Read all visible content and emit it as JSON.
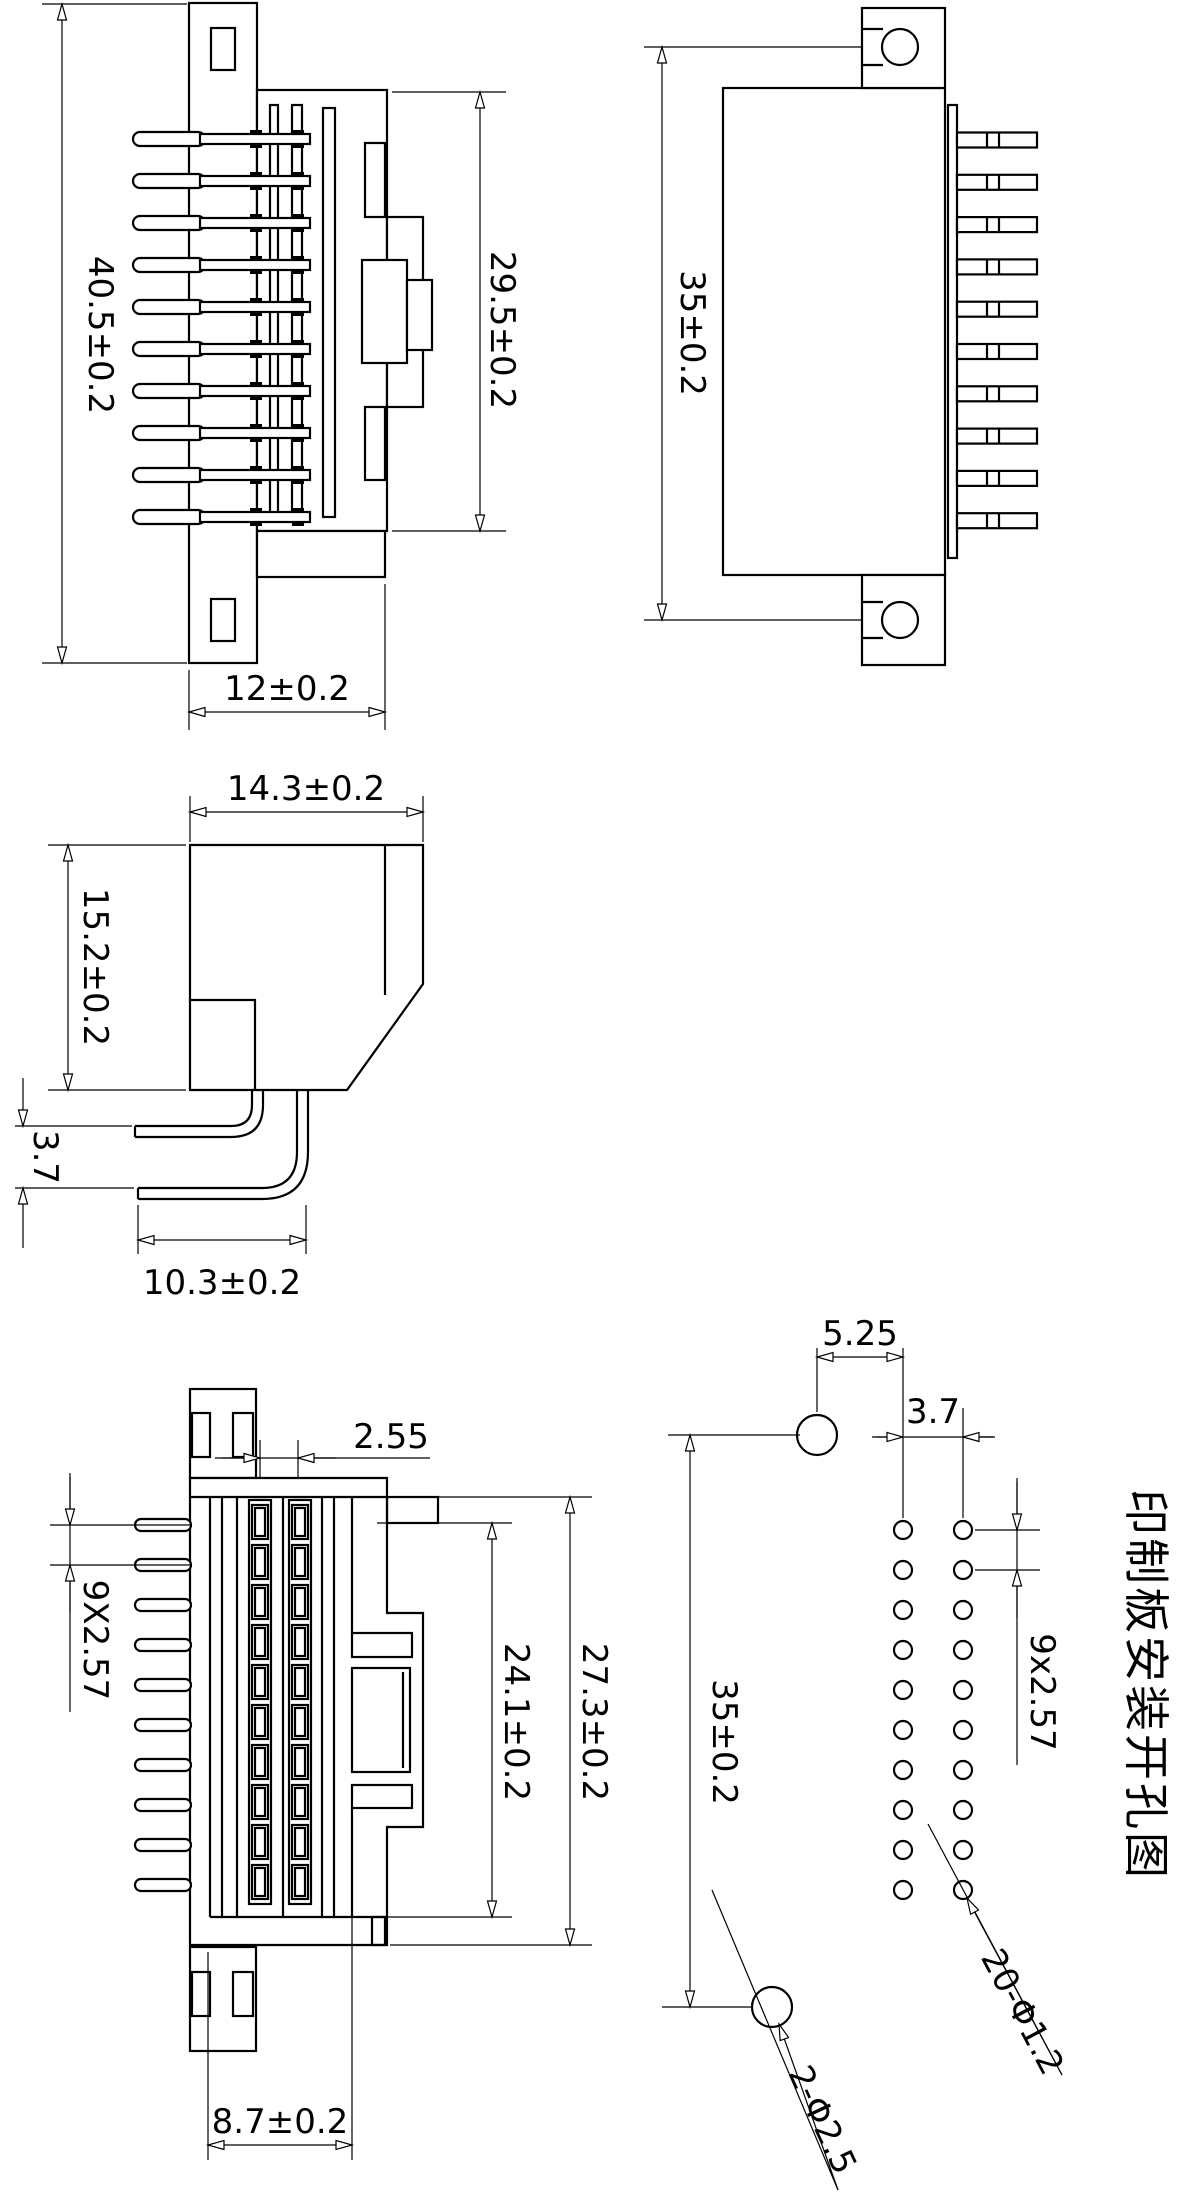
{
  "page": {
    "background": "#ffffff",
    "line_color": "#000000"
  },
  "title_block": {
    "vertical_title": "印制板安装开孔图"
  },
  "views": {
    "side_view": {
      "dims": {
        "overall_height": "40.5±0.2",
        "body_height": "29.5±0.2",
        "body_width": "12±0.2"
      }
    },
    "front_view": {
      "dims": {
        "mount_hole_span": "35±0.2"
      }
    },
    "profile_view": {
      "dims": {
        "body_width": "14.3±0.2",
        "body_height": "15.2±0.2",
        "pin_row_offset": "3.7",
        "pin_reach": "10.3±0.2"
      }
    },
    "bottom_view": {
      "dims": {
        "row_spacing": "2.55",
        "pin_pitch": "9X2.57",
        "contact_span": "24.1±0.2",
        "shell_height": "27.3±0.2",
        "base_width": "8.7±0.2"
      }
    },
    "pcb_view": {
      "dims": {
        "mount_hole_offset": "5.25",
        "hole_column_spacing": "3.7",
        "mount_hole_span": "35±0.2",
        "hole_pitch": "9x2.57"
      },
      "labels": {
        "pin_holes": "20-Φ1.2",
        "mount_holes": "2-Φ2.5"
      }
    }
  },
  "geometry": {
    "pins_per_column": 10,
    "pin_columns": 2,
    "pin_hole_count": 20,
    "mount_hole_count": 2
  }
}
